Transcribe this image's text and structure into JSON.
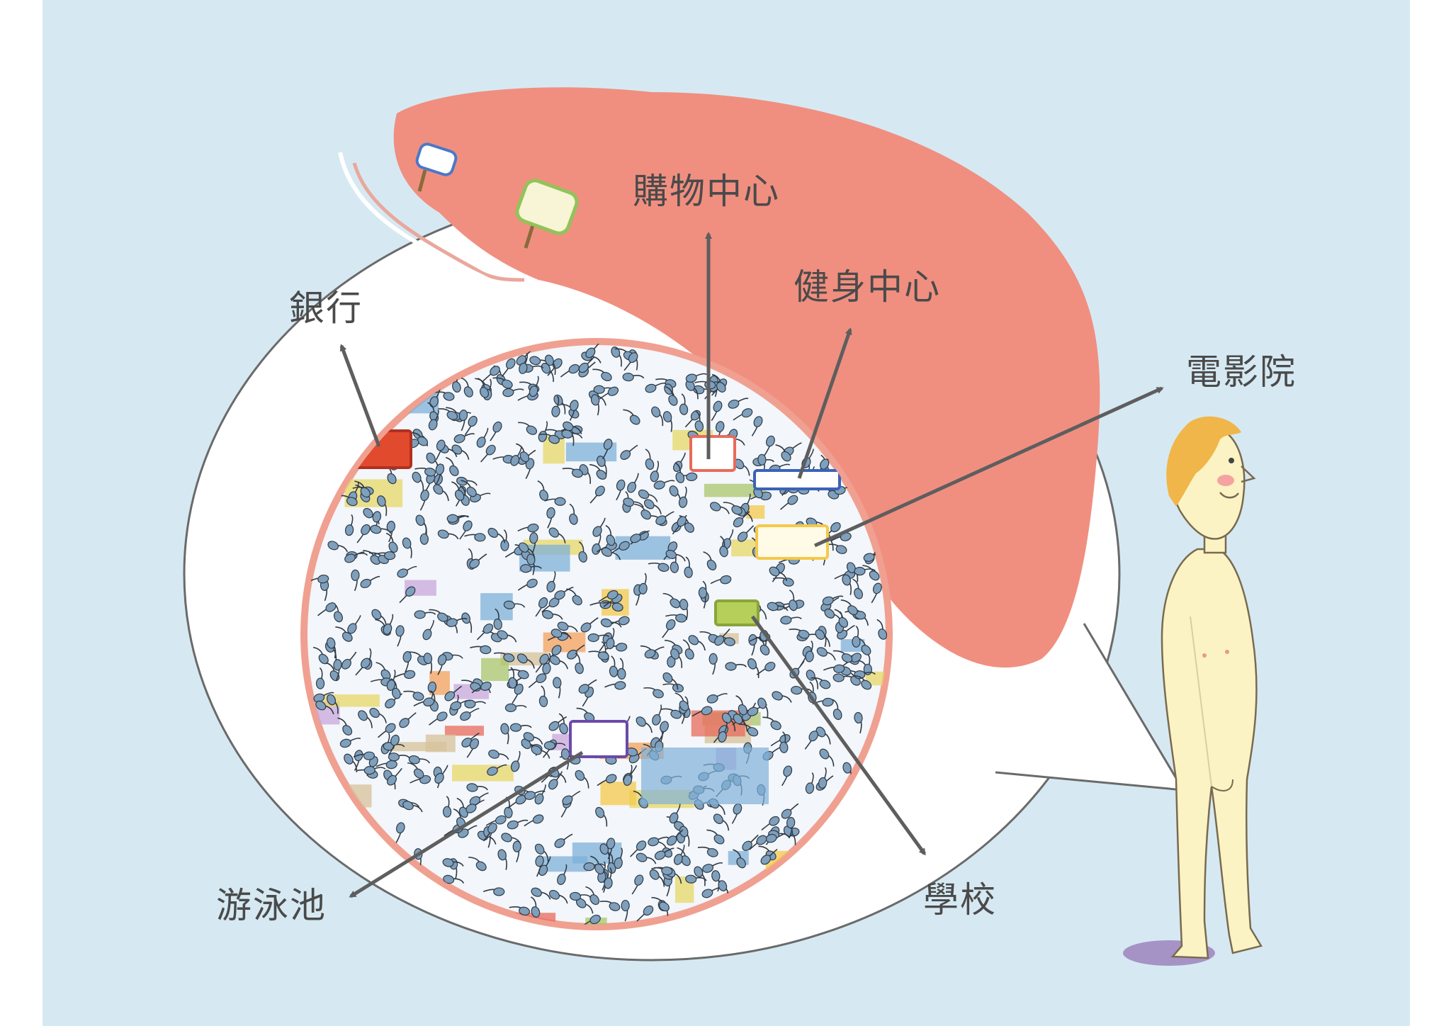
{
  "labels": {
    "shopping_center": "購物中心",
    "gym": "健身中心",
    "bank": "銀行",
    "cinema": "電影院",
    "pool": "游泳池",
    "school": "學校"
  },
  "colors": {
    "background": "#d6e9f3",
    "bubble": "#ffffff",
    "tube": "#f08f80",
    "arrow": "#5e5e5e",
    "sperm": "#7fa0bd",
    "skin": "#fbf3c3",
    "hair": "#f0b64a"
  }
}
